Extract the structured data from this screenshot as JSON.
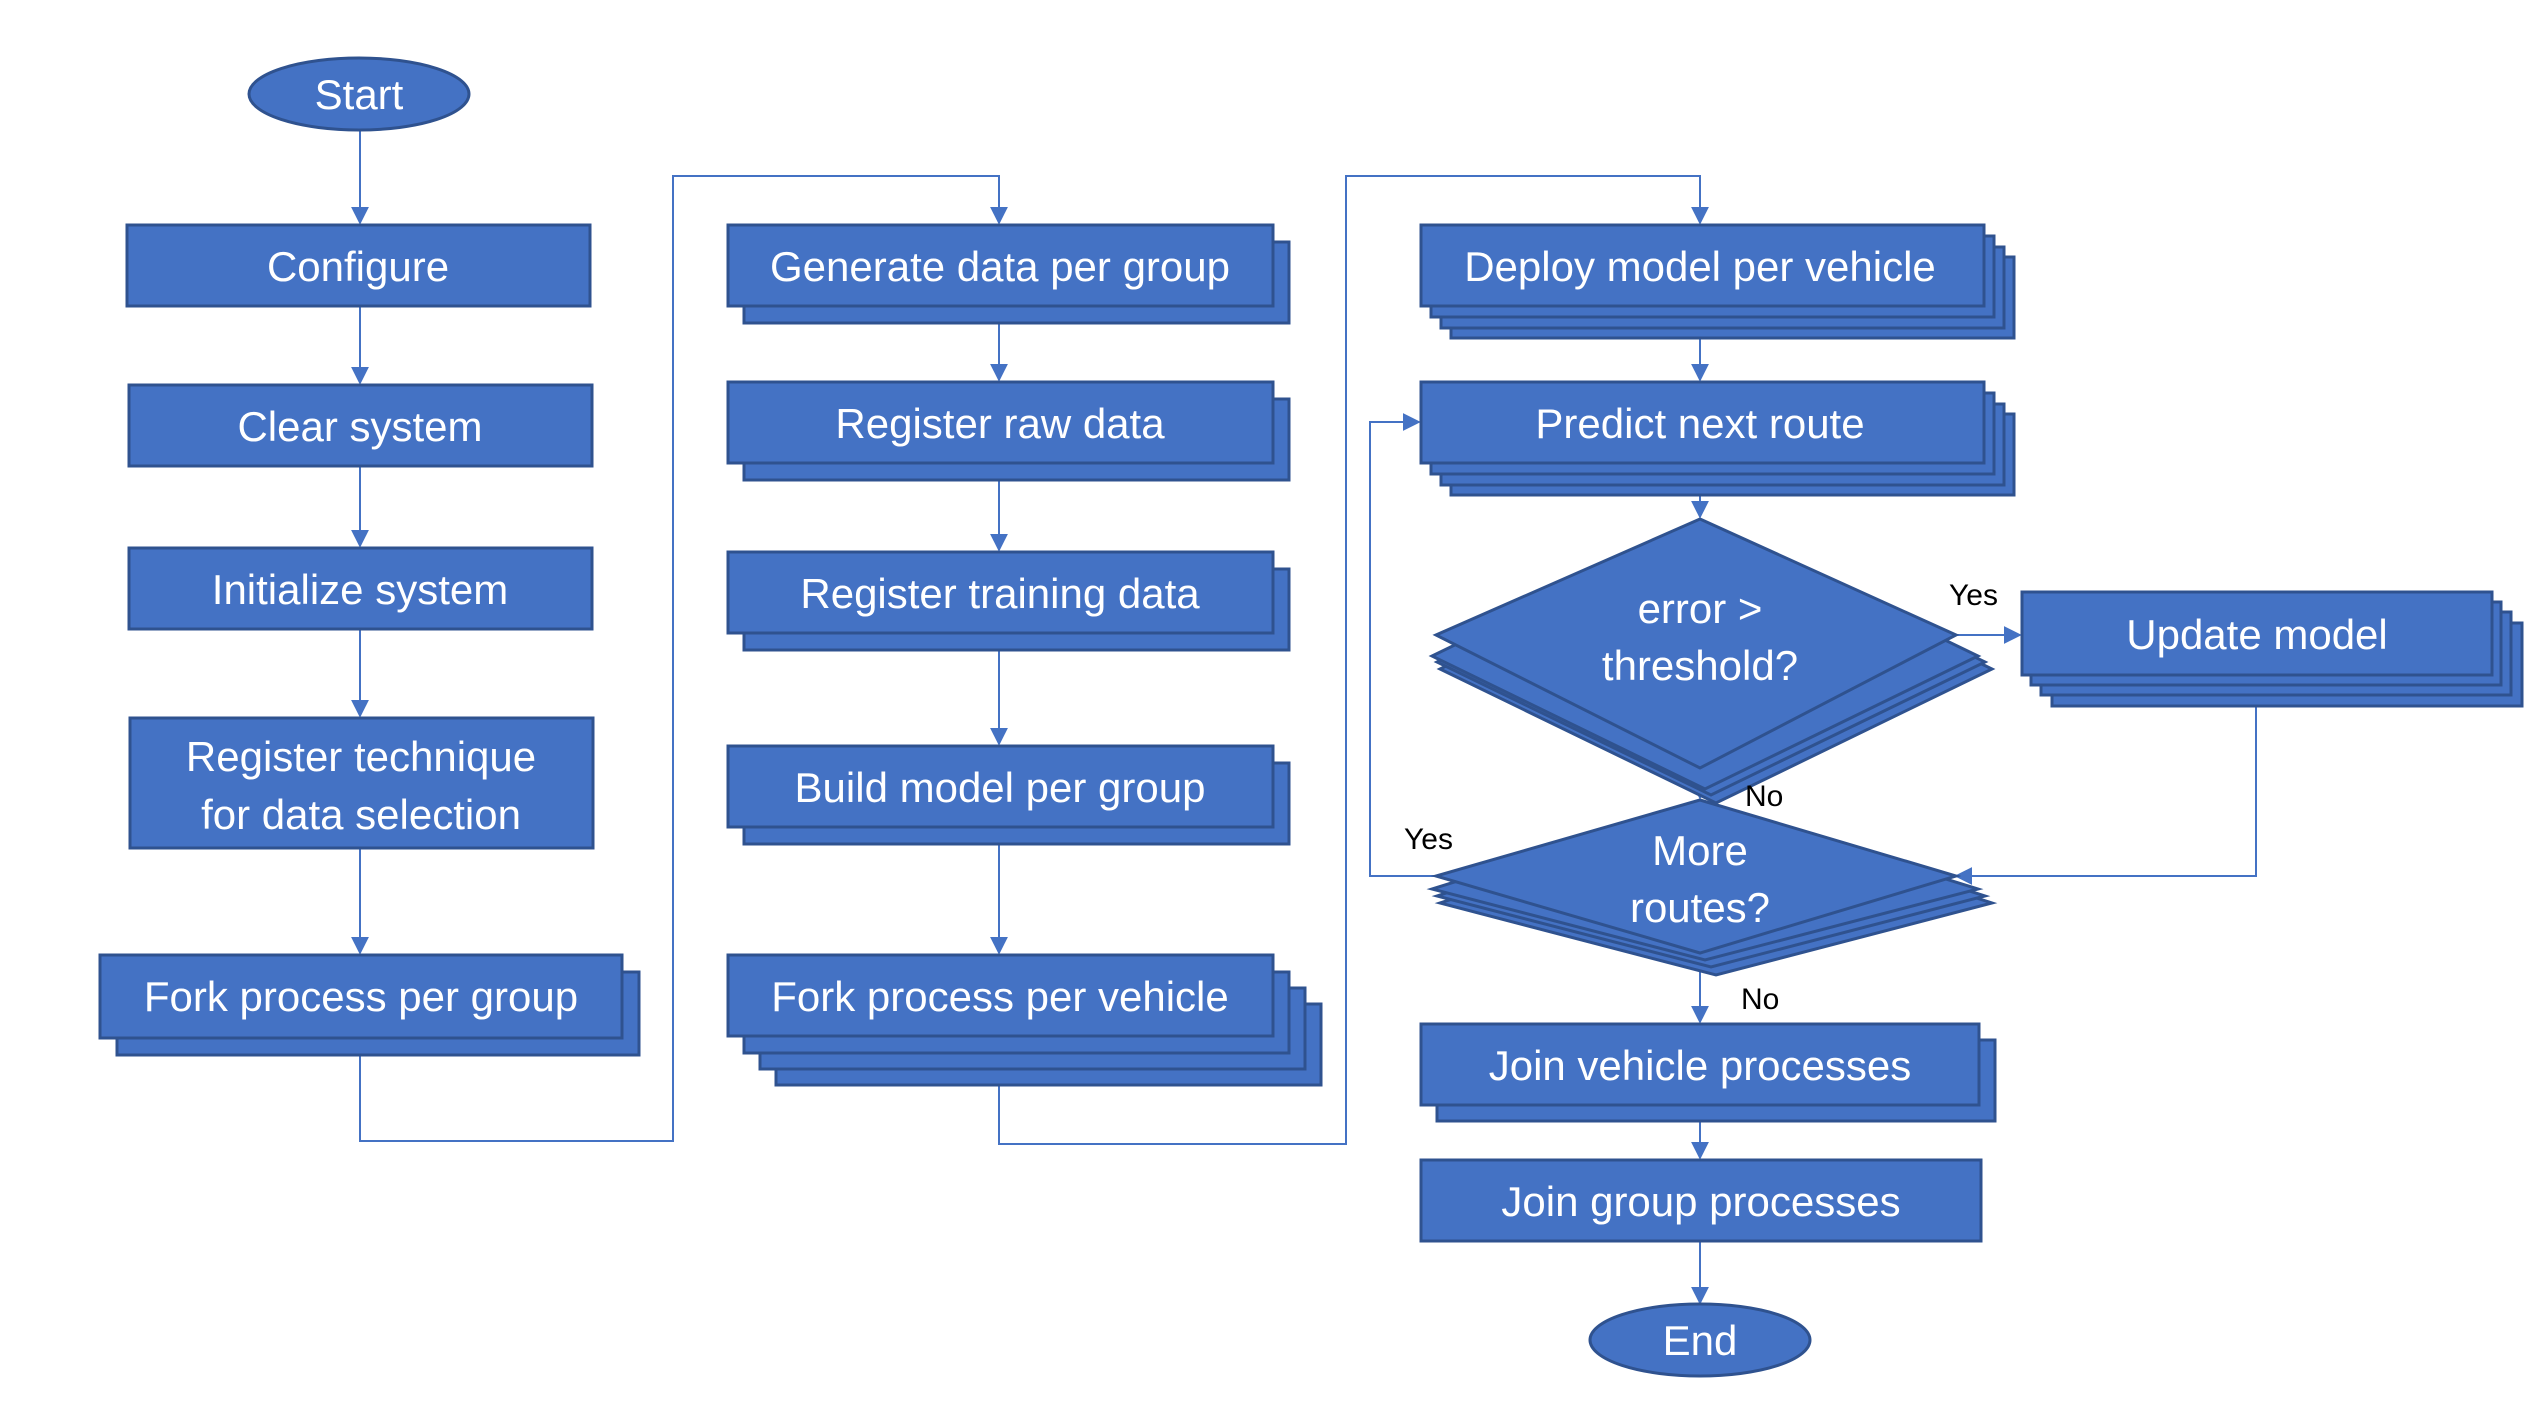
{
  "nodes": {
    "start": "Start",
    "configure": "Configure",
    "clear_system": "Clear system",
    "initialize_system": "Initialize system",
    "register_technique": [
      "Register technique",
      "for data selection"
    ],
    "fork_group": "Fork process per group",
    "generate_data": "Generate data per group",
    "register_raw": "Register raw data",
    "register_training": "Register training data",
    "build_model": "Build model per group",
    "fork_vehicle": "Fork process per vehicle",
    "deploy_model": "Deploy model per vehicle",
    "predict_route": "Predict next route",
    "error_decision": [
      "error >",
      "threshold?"
    ],
    "update_model": "Update model",
    "more_routes": [
      "More",
      "routes?"
    ],
    "join_vehicle": "Join vehicle processes",
    "join_group": "Join group processes",
    "end": "End"
  },
  "labels": {
    "error_yes": "Yes",
    "error_no": "No",
    "more_yes": "Yes",
    "more_no": "No"
  },
  "colors": {
    "fill": "#4472C4",
    "stroke": "#2F528F",
    "line": "#4472C4",
    "text": "#FFFFFF",
    "label": "#000000"
  }
}
